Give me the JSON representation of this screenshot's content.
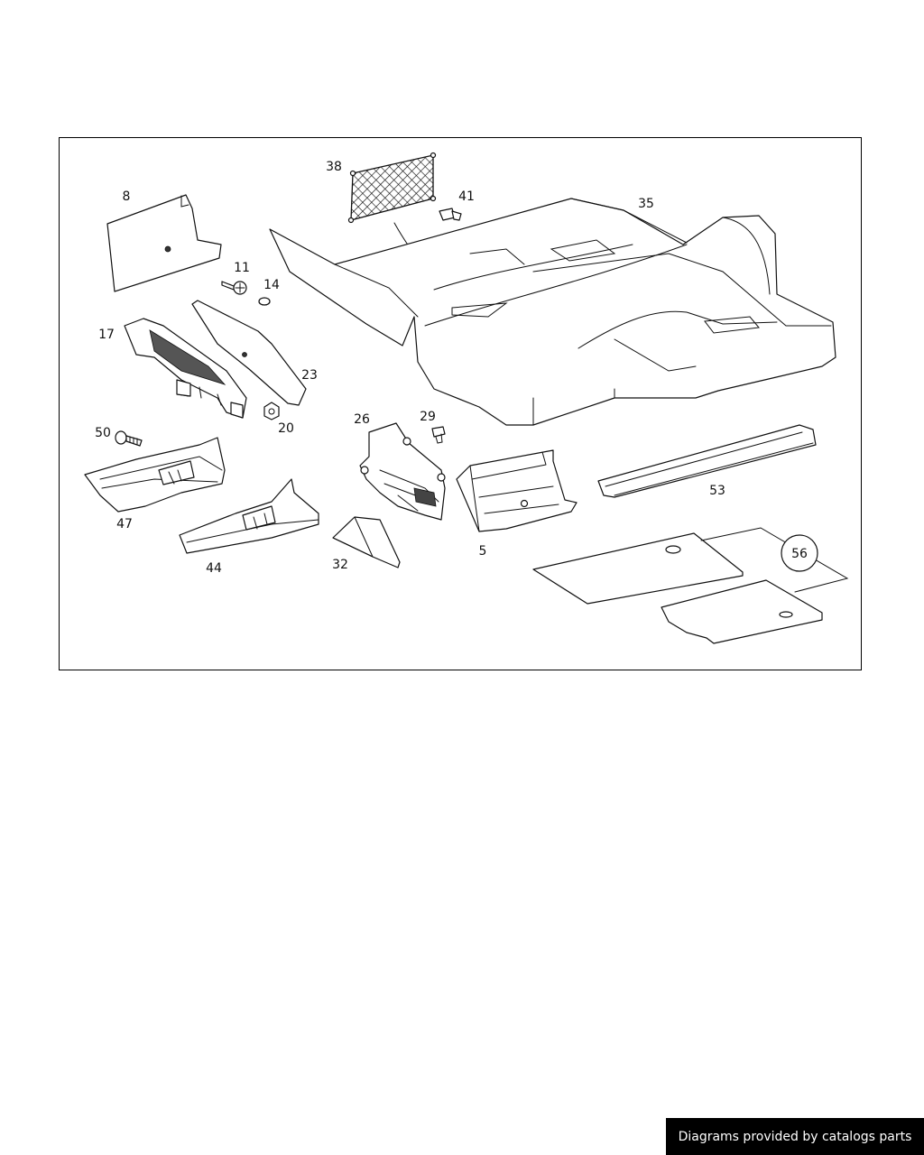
{
  "diagram": {
    "part_numbers": [
      "8",
      "38",
      "41",
      "35",
      "11",
      "14",
      "17",
      "23",
      "20",
      "26",
      "29",
      "50",
      "47",
      "44",
      "32",
      "5",
      "53",
      "56"
    ],
    "labels": {
      "p8": "8",
      "p38": "38",
      "p41": "41",
      "p35": "35",
      "p11": "11",
      "p14": "14",
      "p17": "17",
      "p23": "23",
      "p20": "20",
      "p26": "26",
      "p29": "29",
      "p50": "50",
      "p47": "47",
      "p44": "44",
      "p32": "32",
      "p5": "5",
      "p53": "53",
      "p56": "56"
    }
  },
  "footer": {
    "credit": "Diagrams provided by catalogs parts"
  }
}
